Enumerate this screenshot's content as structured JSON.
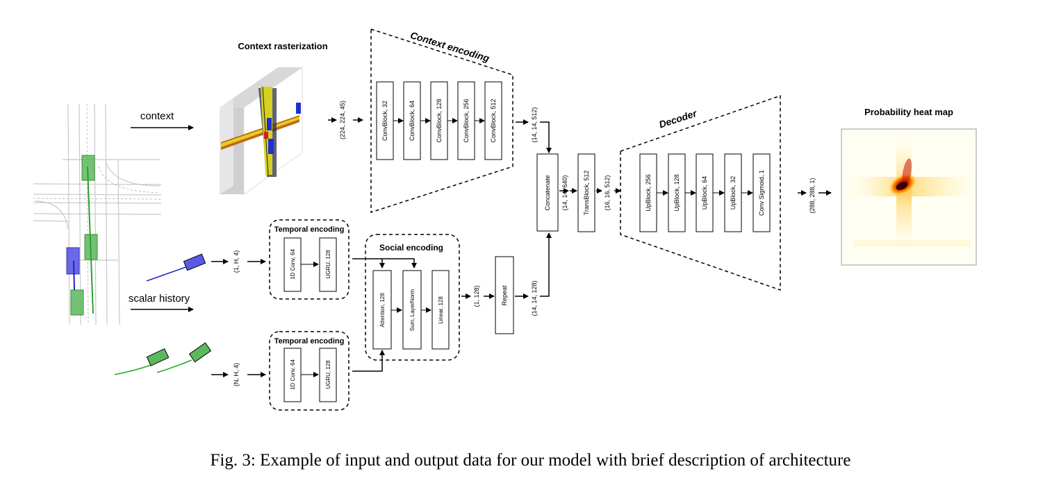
{
  "titles": {
    "context_rasterization": "Context rasterization",
    "context_encoding": "Context encoding",
    "decoder": "Decoder",
    "probability_heat_map": "Probability heat map",
    "social_encoding": "Social encoding",
    "temporal_encoding_top": "Temporal encoding",
    "temporal_encoding_bottom": "Temporal encoding"
  },
  "inputs": {
    "context": "context",
    "scalar_history": "scalar history"
  },
  "shapes": {
    "raster": "(224, 224, 45)",
    "encoder_out": "(14, 14, 512)",
    "ego_hist": "(1, H, 4)",
    "agents_hist": "(N, H, 4)",
    "social_out": "(1, 128)",
    "repeat_out": "(14, 14, 128)",
    "concat_out": "(14, 14, 640)",
    "trans_out": "(16, 16, 512)",
    "decoder_out": "(288, 288, 1)"
  },
  "blocks": {
    "encoder": [
      "ConvBlock, 32",
      "ConvBlock, 64",
      "ConvBlock, 128",
      "ConvBlock, 256",
      "ConvBlock, 512"
    ],
    "decoder": [
      "UpBlock, 256",
      "UpBlock, 128",
      "UpBlock, 64",
      "UpBlock, 32",
      "Conv Sigmoid, 1"
    ],
    "temporal_top": [
      "1D Conv, 64",
      "UGRU, 128"
    ],
    "temporal_bottom": [
      "1D Conv, 64",
      "UGRU, 128"
    ],
    "social": [
      "Attention, 128",
      "Sum, LayerNorm",
      "Linear, 128"
    ],
    "repeat": "Repeat",
    "concatenate": "Concatenate",
    "transblock": "TransBlock, 512"
  },
  "caption": "Fig. 3: Example of input and output data for our model with brief description of architecture"
}
